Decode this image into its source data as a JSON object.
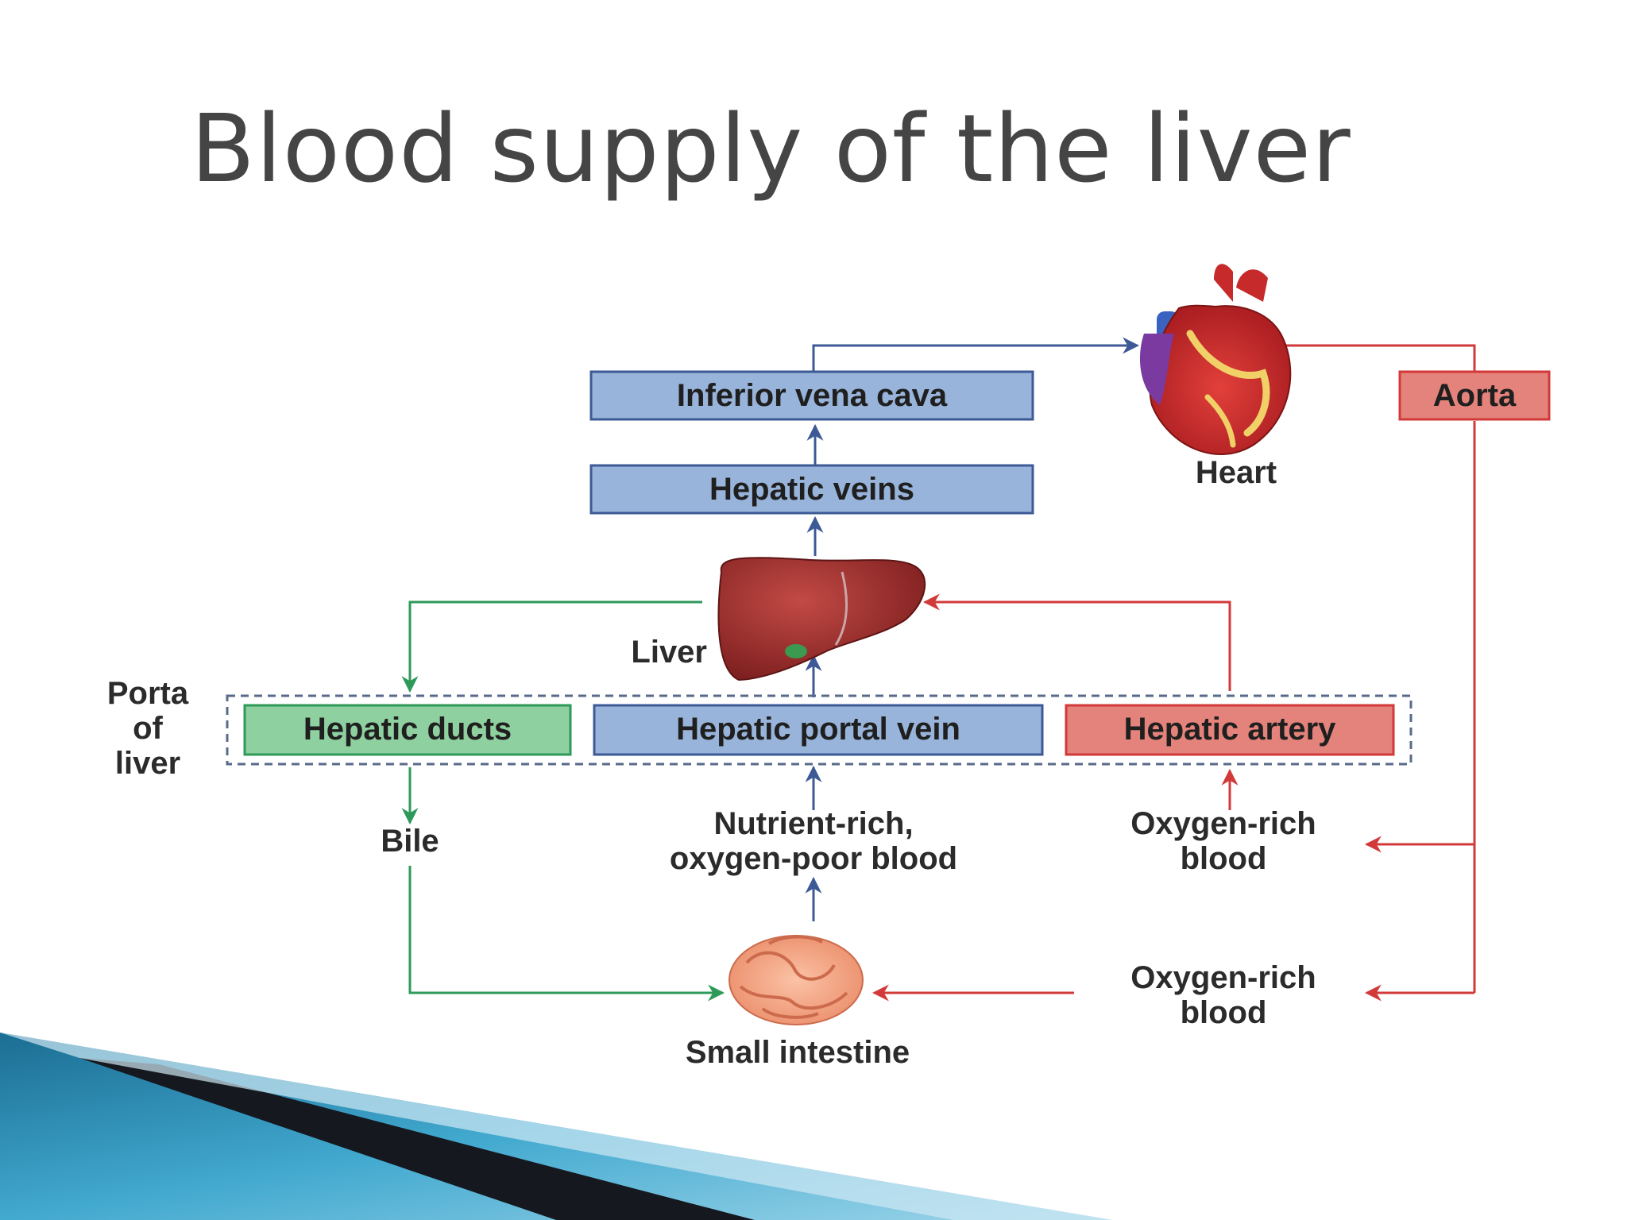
{
  "title": "Blood supply of the liver",
  "diagram": {
    "boxes": {
      "inferior_vena_cava": "Inferior vena cava",
      "hepatic_veins": "Hepatic veins",
      "aorta": "Aorta",
      "hepatic_ducts": "Hepatic ducts",
      "hepatic_portal_vein": "Hepatic portal vein",
      "hepatic_artery": "Hepatic artery"
    },
    "labels": {
      "heart": "Heart",
      "liver": "Liver",
      "porta_line1": "Porta",
      "porta_line2": "of",
      "porta_line3": "liver",
      "bile": "Bile",
      "nutrient_line1": "Nutrient-rich,",
      "nutrient_line2": "oxygen-poor blood",
      "oxy1_line1": "Oxygen-rich",
      "oxy1_line2": "blood",
      "oxy2_line1": "Oxygen-rich",
      "oxy2_line2": "blood",
      "small_intestine": "Small intestine"
    },
    "colors": {
      "venous": "#3d5a96",
      "arterial": "#d23a3a",
      "bile": "#2e9a5a",
      "vein_box": "#98b4da",
      "artery_box": "#e4837b",
      "duct_box": "#8ed09f"
    }
  }
}
